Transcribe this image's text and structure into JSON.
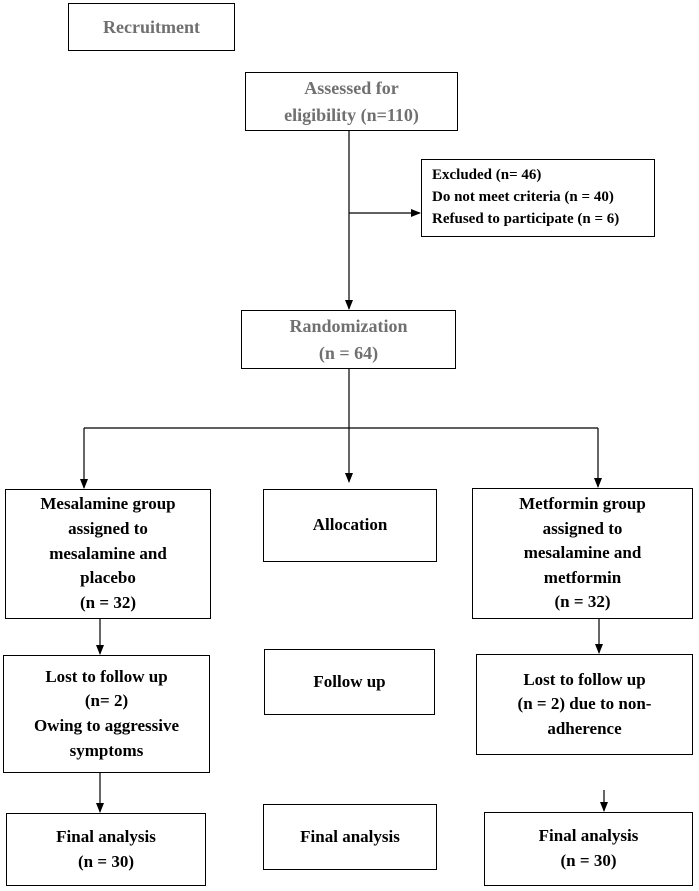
{
  "recruitment": {
    "label": "Recruitment"
  },
  "assessed": {
    "line1": "Assessed for",
    "line2": "eligibility (n=110)"
  },
  "excluded": {
    "line1": "Excluded (n= 46)",
    "line2": "Do not meet criteria (n = 40)",
    "line3": "Refused to participate (n = 6)"
  },
  "randomization": {
    "line1": "Randomization",
    "line2": "(n = 64)"
  },
  "stages": {
    "allocation": "Allocation",
    "follow_up": "Follow up",
    "final_analysis": "Final analysis"
  },
  "mesalamine": {
    "allocation": [
      "Mesalamine group",
      "assigned to",
      "mesalamine and",
      "placebo",
      "(n = 32)"
    ],
    "follow_up": [
      "Lost to follow up",
      "(n= 2)",
      "Owing to aggressive",
      "symptoms"
    ],
    "final": [
      "Final analysis",
      "(n = 30)"
    ]
  },
  "metformin": {
    "allocation": [
      "Metformin group",
      "assigned to",
      "mesalamine and",
      "metformin",
      "(n = 32)"
    ],
    "follow_up": [
      "Lost to follow up",
      "(n = 2) due to non-",
      "adherence"
    ],
    "final": [
      "Final analysis",
      "(n = 30)"
    ]
  }
}
